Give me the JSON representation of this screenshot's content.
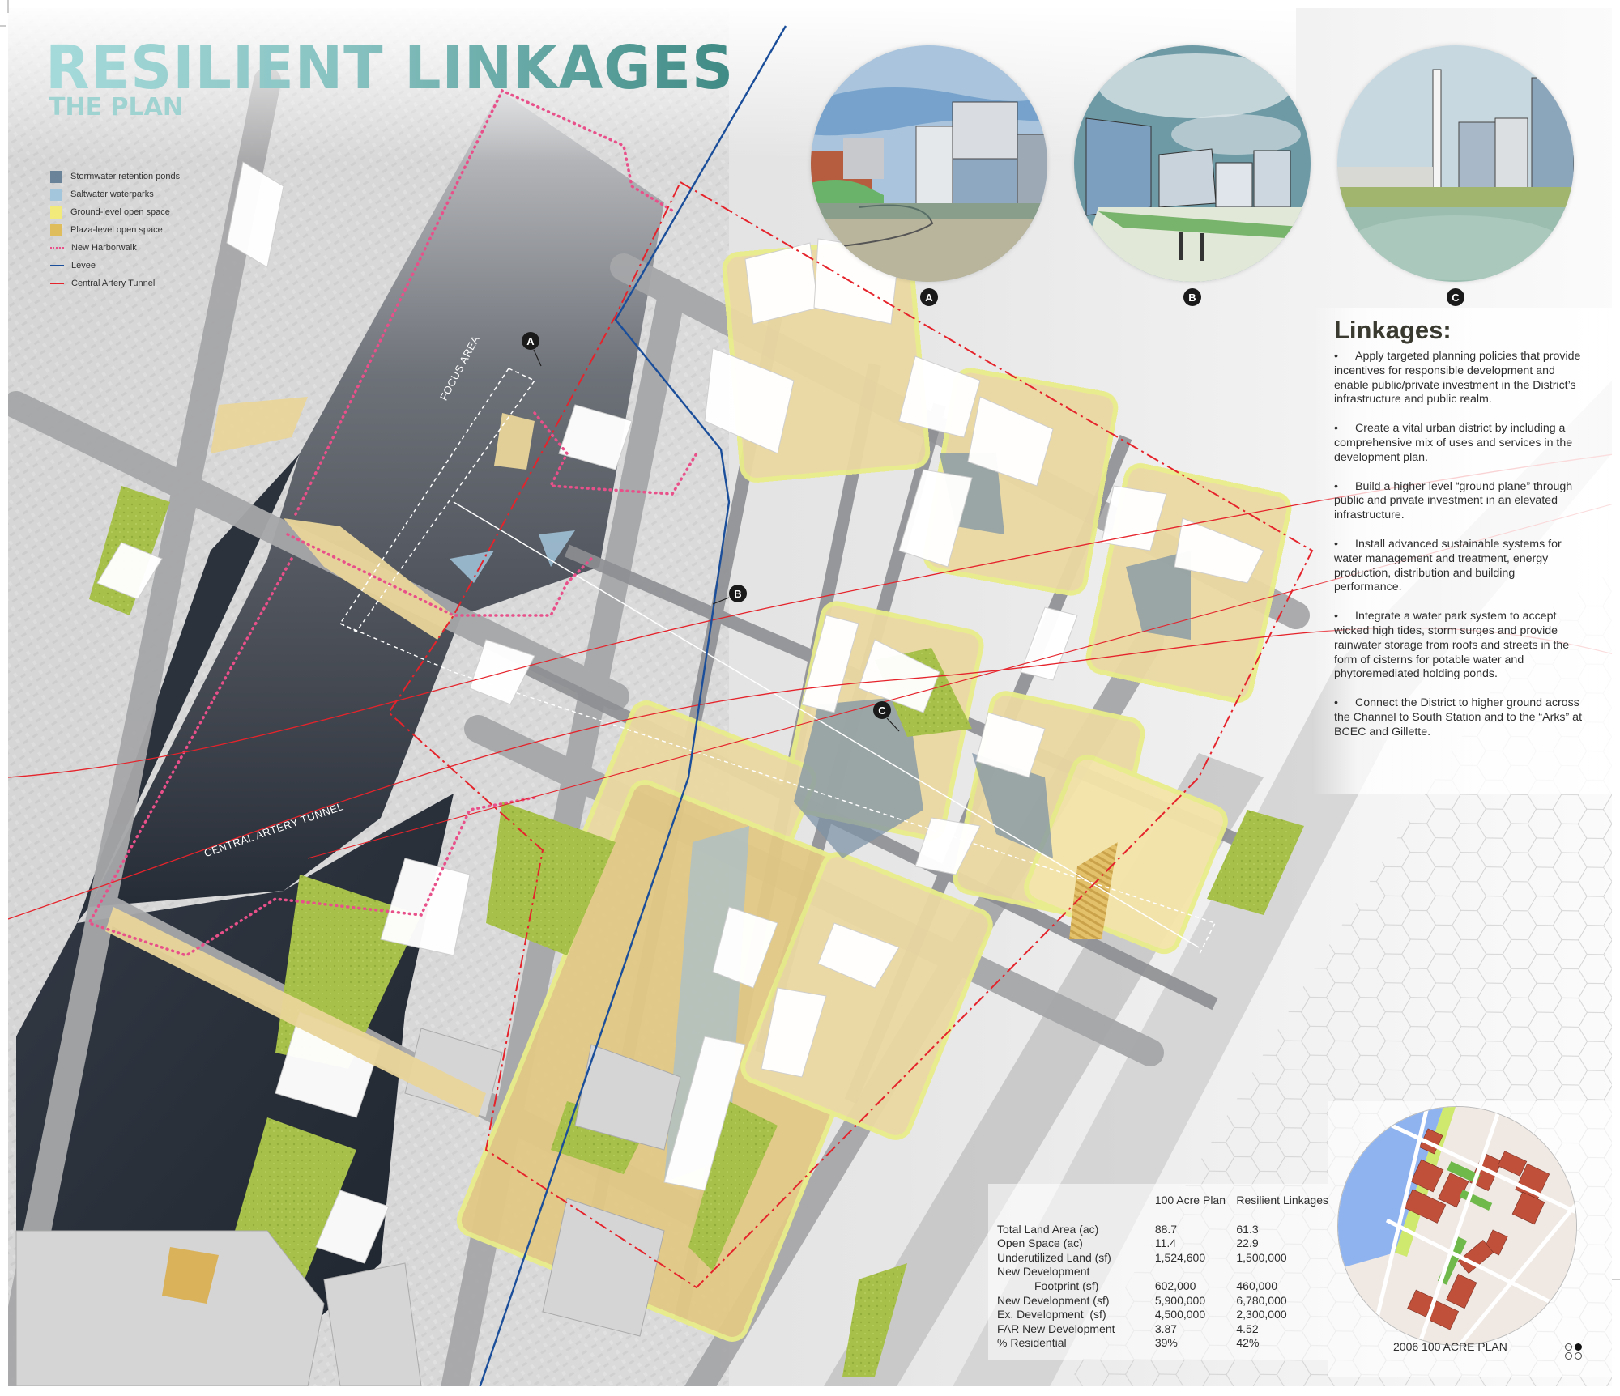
{
  "header": {
    "title": "RESILIENT LINKAGES",
    "subtitle": "THE PLAN"
  },
  "legend": {
    "items": [
      {
        "label": "Stormwater retention ponds",
        "type": "swatch",
        "color": "#6a8399"
      },
      {
        "label": "Saltwater waterparks",
        "type": "swatch",
        "color": "#a3c6dc"
      },
      {
        "label": "Ground-level open space",
        "type": "swatch",
        "color": "#f2ea7a"
      },
      {
        "label": "Plaza-level open space",
        "type": "swatch",
        "color": "#dfbd5c"
      },
      {
        "label": "New Harborwalk",
        "type": "dotted-line",
        "color": "#e8508a"
      },
      {
        "label": "Levee",
        "type": "line",
        "color": "#1b4e9a"
      },
      {
        "label": "Central Artery Tunnel",
        "type": "line",
        "color": "#e5232b"
      }
    ]
  },
  "map": {
    "labels": {
      "focus_area": "FOCUS AREA",
      "central_artery_tunnel": "CENTRAL ARTERY TUNNEL"
    },
    "markers": [
      {
        "id": "A",
        "label": "A"
      },
      {
        "id": "B",
        "label": "B"
      },
      {
        "id": "C",
        "label": "C"
      }
    ],
    "colors": {
      "water": "#2d3440",
      "road": "#8d8f92",
      "building": "#ffffff",
      "plaza": "#e8d59a",
      "green": "#a9c44a",
      "harborwalk": "#e8508a",
      "levee": "#1b4e9a",
      "tunnel": "#e5232b"
    }
  },
  "vignettes": [
    {
      "id": "A",
      "label": "A",
      "sky": "#9bbbd6",
      "water": "#b8b59a"
    },
    {
      "id": "B",
      "label": "B",
      "sky": "#6e9aa6",
      "water": "#d8dfcf"
    },
    {
      "id": "C",
      "label": "C",
      "sky": "#c3d5de",
      "water": "#9fb9ae"
    }
  ],
  "linkages": {
    "heading": "Linkages:",
    "bullet_char": "•",
    "bullets": [
      "Apply targeted planning policies that provide incentives for responsible development and enable public/private investment in the District’s infrastructure and public realm.",
      "Create a vital urban district by including a comprehensive mix of uses and services in the development plan.",
      "Build a higher level “ground plane” through public and private investment in an elevated infrastructure.",
      "Install advanced sustainable systems for water management and treatment, energy production, distribution and building performance.",
      "Integrate a water park system to accept wicked high tides, storm surges and provide rainwater storage from roofs and streets in the form of cisterns for potable water and phytoremediated holding ponds.",
      "Connect the District to higher ground across the Channel to South Station and to the “Arks” at BCEC and Gillette."
    ]
  },
  "comparison_table": {
    "columns": [
      "",
      "100 Acre Plan",
      "Resilient Linkages"
    ],
    "rows": [
      [
        "Total Land Area (ac)",
        "88.7",
        "61.3"
      ],
      [
        "Open Space (ac)",
        "11.4",
        "22.9"
      ],
      [
        "Underutilized Land (sf)",
        "1,524,600",
        "1,500,000"
      ],
      [
        "New Development",
        "",
        ""
      ],
      [
        "Footprint (sf)",
        "602,000",
        "460,000"
      ],
      [
        "New Development (sf)",
        "5,900,000",
        "6,780,000"
      ],
      [
        "Ex. Development  (sf)",
        "4,500,000",
        "2,300,000"
      ],
      [
        "FAR New Development",
        "3.87",
        "4.52"
      ],
      [
        "% Residential",
        "39%",
        "42%"
      ]
    ]
  },
  "minimap": {
    "caption": "2006 100 ACRE PLAN"
  },
  "pager": {
    "dots": [
      {
        "filled": false
      },
      {
        "filled": true
      },
      {
        "filled": false
      },
      {
        "filled": false
      }
    ]
  }
}
